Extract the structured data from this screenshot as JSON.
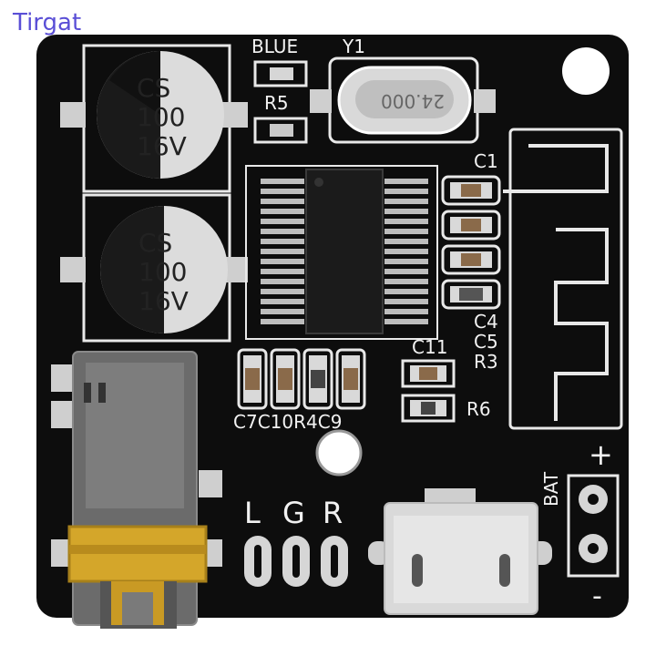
{
  "watermark": "Tirgat",
  "board": {
    "cap_top": {
      "line1": "CS",
      "line2": "100",
      "line3": "16V"
    },
    "cap_bottom": {
      "line1": "CS",
      "line2": "100",
      "line3": "16V"
    },
    "labels": {
      "blue": "BLUE",
      "y1": "Y1",
      "r5": "R5",
      "c1": "C1",
      "c4": "C4",
      "c5": "C5",
      "r3": "R3",
      "c11": "C11",
      "r6": "R6",
      "c7c10r4c9": "C7C10R4C9",
      "l": "L",
      "g": "G",
      "r": "R",
      "bat": "BAT",
      "plus": "+",
      "minus": "-"
    },
    "crystal_marking": "24.000"
  },
  "colors": {
    "pcb": "#0d0d0d",
    "silkscreen": "#f2f2f2",
    "pad": "#cfcfcf",
    "jack_gold": "#d4a62a",
    "watermark": "#5a4fd6"
  }
}
